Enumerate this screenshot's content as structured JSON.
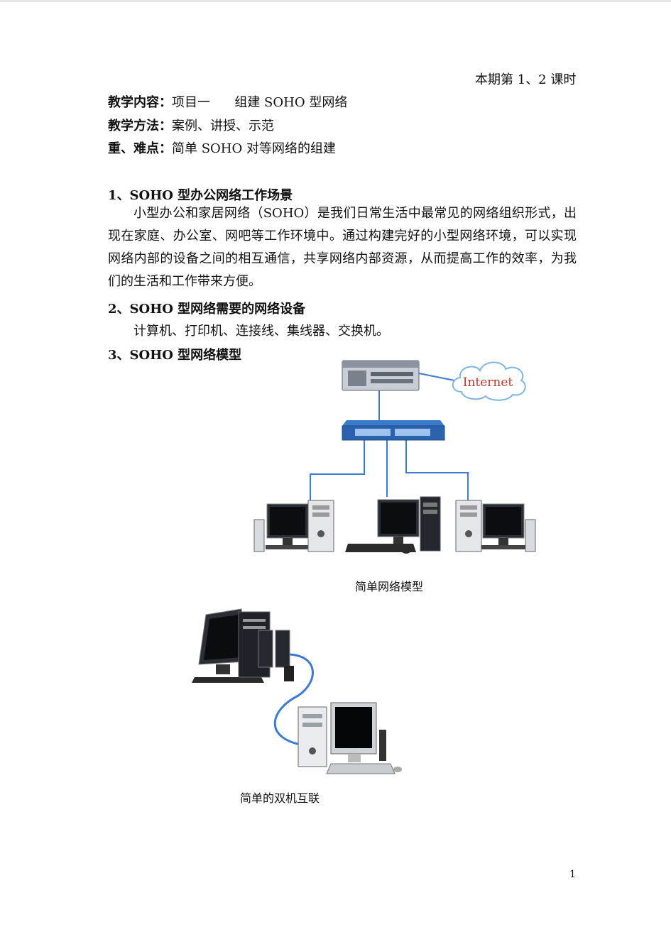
{
  "header": {
    "session": "本期第 1、2 课时"
  },
  "meta": {
    "content_label": "教学内容：",
    "content_value": "项目一      组建 SOHO 型网络",
    "method_label": "教学方法：",
    "method_value": "案例、讲授、示范",
    "focus_label": "重、难点：",
    "focus_value": "简单 SOHO 对等网络的组建"
  },
  "sections": [
    {
      "heading": "1、SOHO 型办公网络工作场景",
      "body": "小型办公和家居网络（SOHO）是我们日常生活中最常见的网络组织形式，出现在家庭、办公室、网吧等工作环境中。通过构建完好的小型网络环境，可以实现网络内部的设备之间的相互通信，共享网络内部资源，从而提高工作的效率，为我们的生活和工作带来方便。"
    },
    {
      "heading": "2、SOHO 型网络需要的网络设备",
      "body": "计算机、打印机、连接线、集线器、交换机。"
    },
    {
      "heading": "3、SOHO 型网络模型",
      "body": ""
    }
  ],
  "figures": {
    "network": {
      "cloud_label": "Internet",
      "caption": "简单网络模型"
    },
    "dual": {
      "caption": "简单的双机互联"
    }
  },
  "footer": {
    "page_number": "1"
  },
  "colors": {
    "link_line": "#3b7bd4",
    "cloud_outline": "#7fb4e6",
    "cloud_text": "#c03a2b"
  }
}
